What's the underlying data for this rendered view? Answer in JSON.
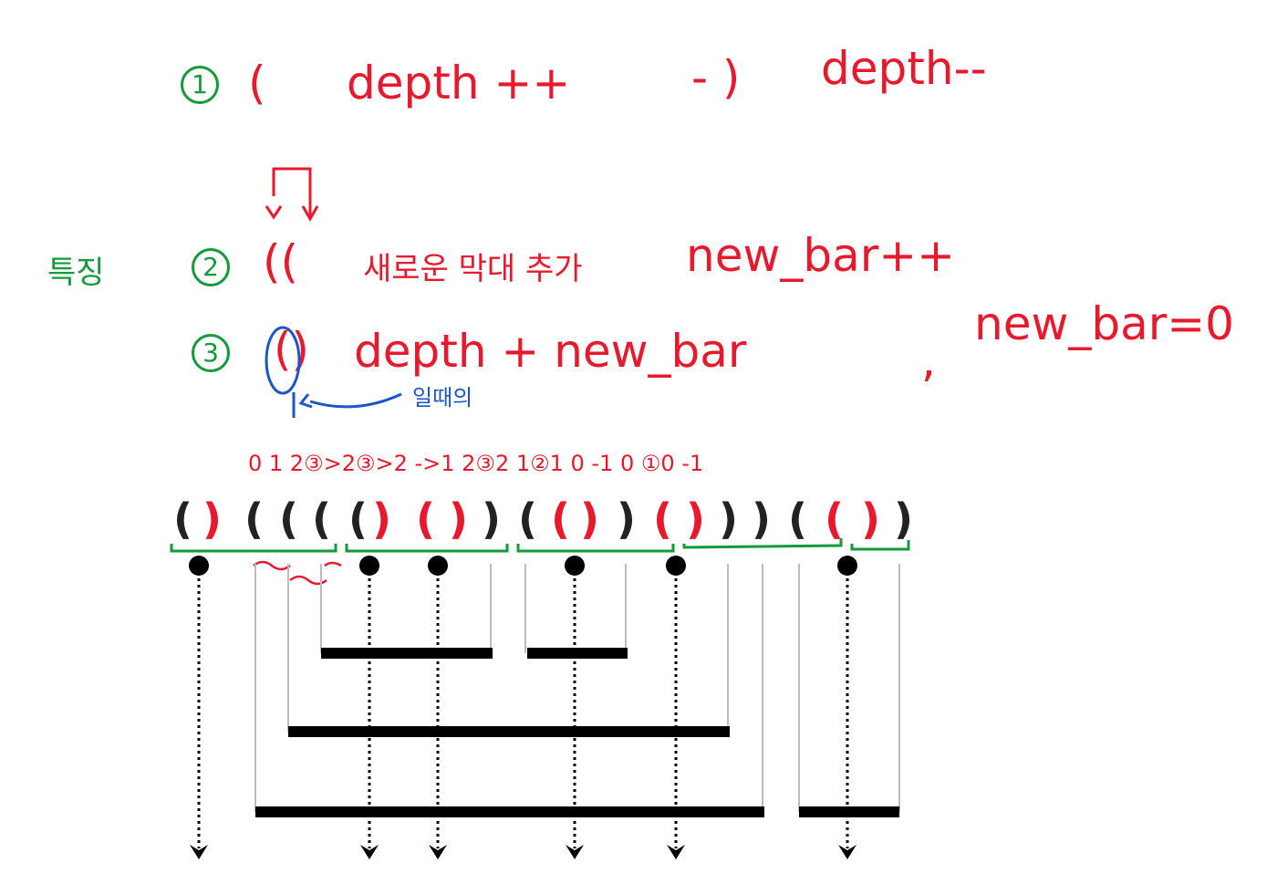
{
  "rules": {
    "rule1": {
      "marker": "1",
      "open_symbol": "(",
      "open_action": "depth ++",
      "close_symbol": "- )",
      "close_action": "depth--"
    },
    "label_feature": "특징",
    "rule2": {
      "marker": "2",
      "symbol": "((",
      "text_kr": "새로운 막대 추가",
      "action": "new_bar++"
    },
    "rule3": {
      "marker": "3",
      "symbol": "()",
      "action": "depth + new_bar",
      "sep": ",",
      "reset": "new_bar=0",
      "note_kr": "일때의"
    }
  },
  "depth_sequence": "0  1  2③>2③>2 ->1  2③2  1②1  0 -1 0 ①0 -1",
  "parentheses": "()((( ()()) (()) ()))(())",
  "colors": {
    "red": "#e8192c",
    "green": "#139a3a",
    "blue": "#1a56c9",
    "black": "#000000"
  }
}
